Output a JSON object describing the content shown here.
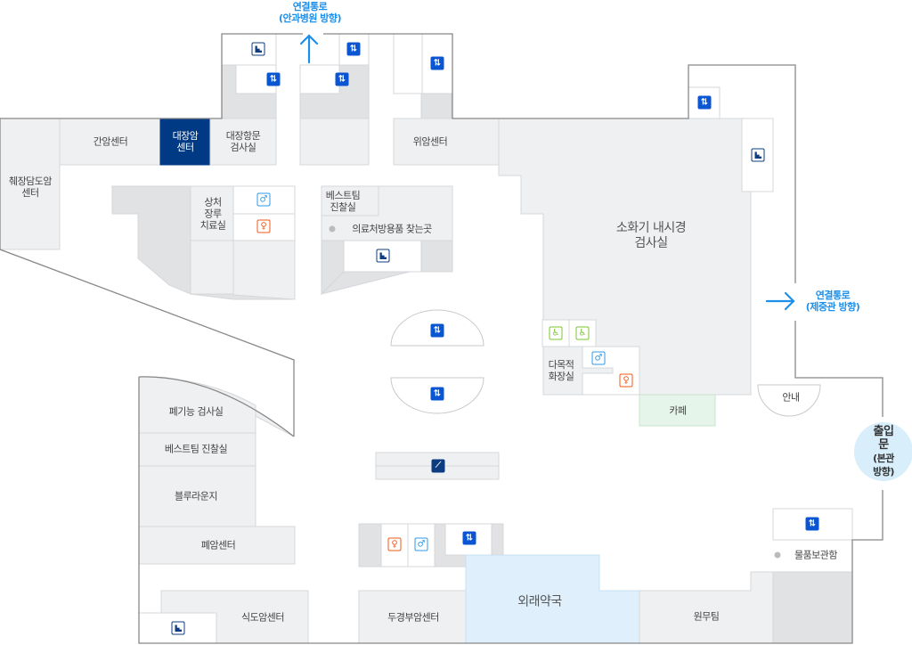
{
  "links": {
    "north": {
      "line1": "연결통로",
      "line2": "(안과병원 방향)"
    },
    "east": {
      "line1": "연결통로",
      "line2": "(제중관 방향)"
    },
    "entrance": {
      "line1": "출입문",
      "line2": "(본관 방향)"
    }
  },
  "rooms": {
    "pancreas": "췌장담도암\n센터",
    "liver": "간암센터",
    "colorectal": "대장암\n센터",
    "anorectal": "대장항문\n검사실",
    "stomach": "위암센터",
    "endoscopy": "소화기 내시경\n검사실",
    "wound": "상처\n장루\n치료실",
    "bestteam1": "베스트팀\n진찰실",
    "medsupply": "의료처방용품 찾는곳",
    "multipurpose_restroom": "다목적\n화장실",
    "cafe": "카페",
    "info": "안내",
    "lung_function": "폐기능 검사실",
    "bestteam2": "베스트팀 진찰실",
    "blue_lounge": "블루라운지",
    "lung_cancer": "폐암센터",
    "esophagus": "식도암센터",
    "headneck": "두경부암센터",
    "pharmacy": "외래약국",
    "admin": "원무팀",
    "lockers": "물품보관함"
  },
  "colors": {
    "highlight": "#003a84",
    "room": "#eff0f2",
    "pharmacy": "#dff0fc",
    "cafe": "#e6f5e9",
    "link": "#1e8fe8",
    "elevator": "#0a56d2"
  },
  "icons": {
    "elevator": "⇅",
    "male": "♂",
    "female": "♀",
    "wheelchair": "♿",
    "escalator": "⟋"
  }
}
